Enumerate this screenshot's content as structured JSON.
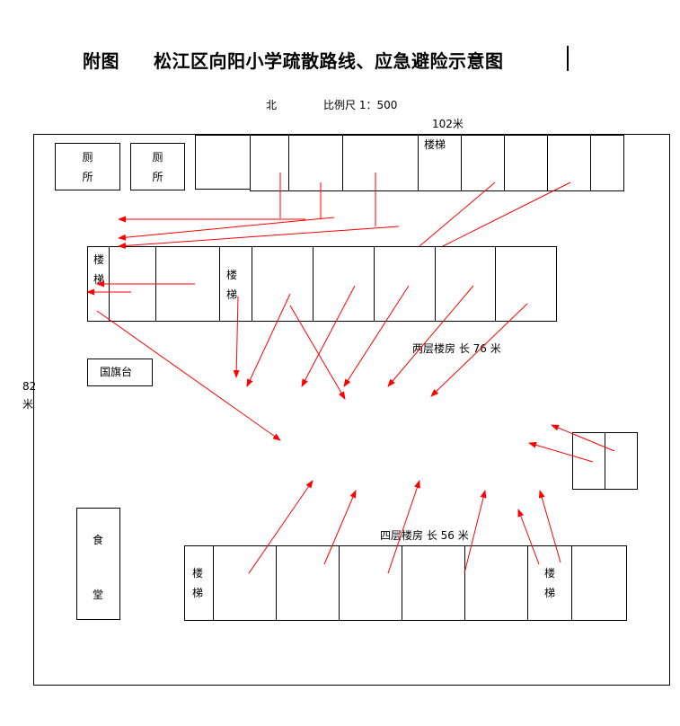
{
  "title": {
    "prefix": "附图",
    "main": "松江区向阳小学疏散路线、应急避险示意图"
  },
  "header": {
    "north": "北",
    "scale": "比例尺 1：500"
  },
  "dimensions": {
    "width": "102米",
    "height_num": "82",
    "height_unit": "米"
  },
  "facilities": {
    "toilet_1": [
      "厕",
      "所"
    ],
    "toilet_2": [
      "厕",
      "所"
    ],
    "flag_platform": "国旗台",
    "canteen": [
      "食",
      "堂"
    ]
  },
  "buildings": {
    "top_stairs": "楼梯",
    "middle_stairs_left": [
      "楼",
      "梯"
    ],
    "middle_stairs_mid": [
      "楼",
      "梯"
    ],
    "two_storey": "两层楼房  长 76 米",
    "four_storey": "四层楼房  长 56 米",
    "bottom_stairs_left": [
      "楼",
      "梯"
    ],
    "bottom_stairs_right": [
      "楼",
      "梯"
    ]
  },
  "colors": {
    "arrow": "#ff0000",
    "line": "#000000"
  }
}
